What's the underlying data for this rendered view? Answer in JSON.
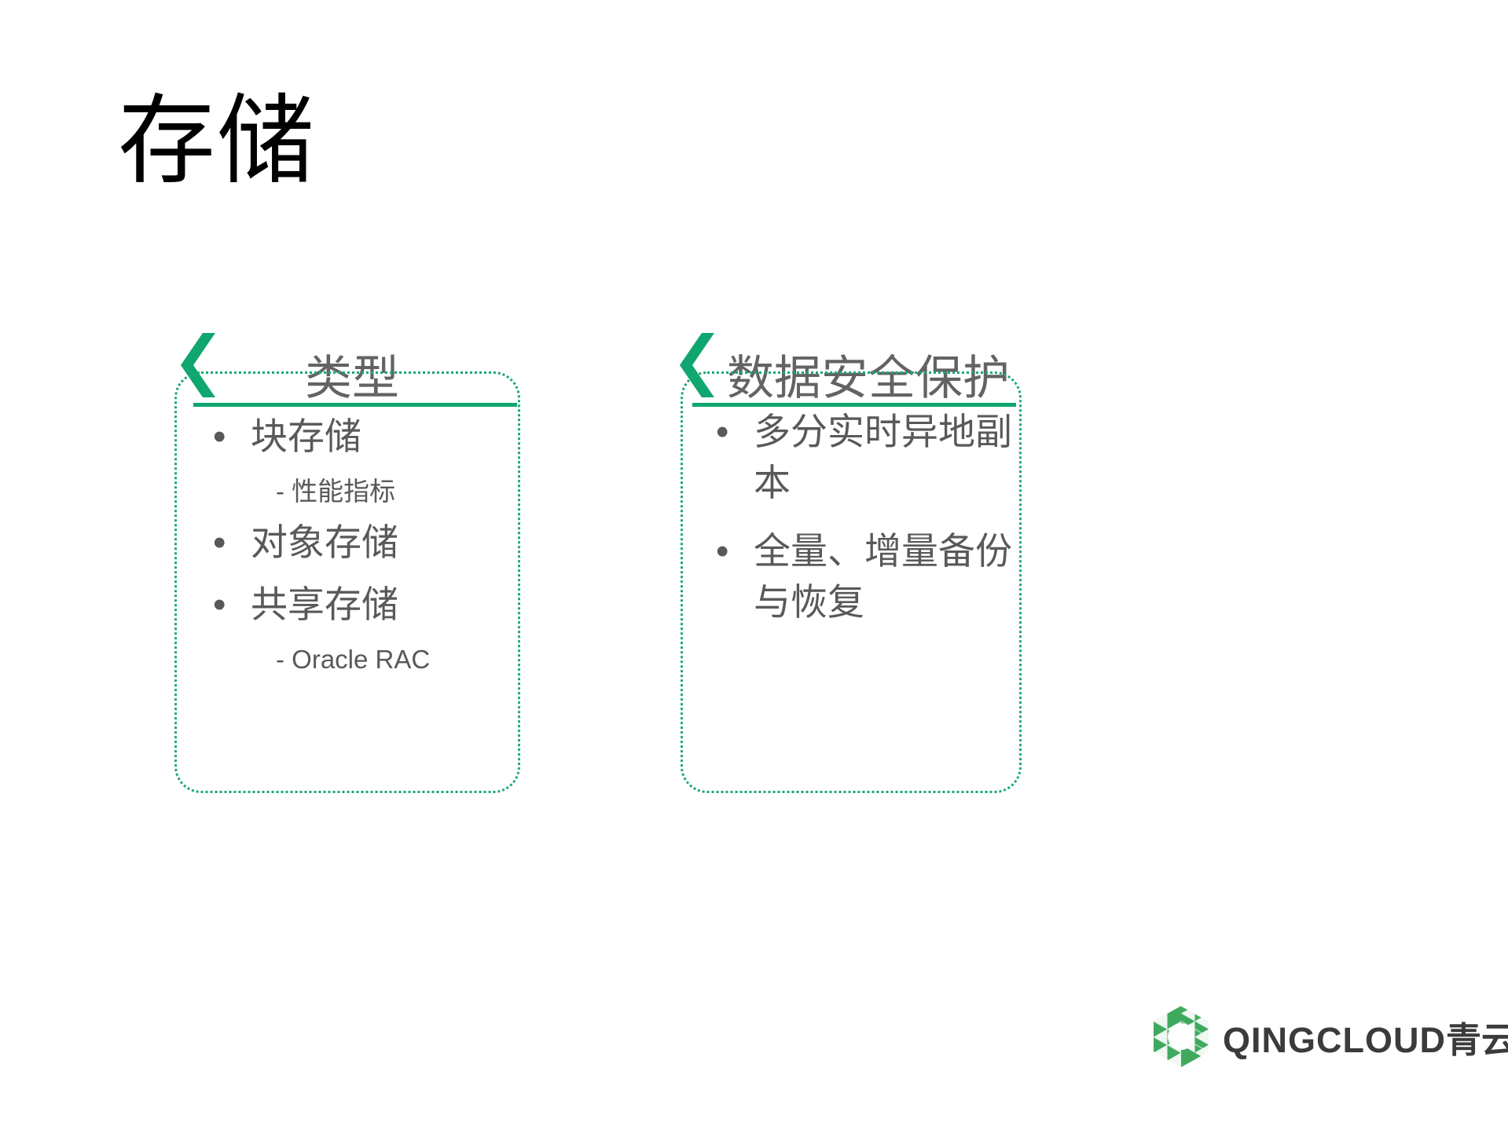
{
  "slide": {
    "title": "存储",
    "accent_color": "#0fa66f",
    "box_border_color": "#19a974",
    "text_color": "#595959",
    "title_color": "#000000"
  },
  "sections": [
    {
      "id": "type",
      "header": "类型",
      "items": [
        {
          "text": "块存储",
          "sub": "- 性能指标"
        },
        {
          "text": "对象存储",
          "sub": null
        },
        {
          "text": "共享存储",
          "sub": "- Oracle RAC"
        }
      ]
    },
    {
      "id": "security",
      "header": "数据安全保护",
      "items": [
        {
          "text": "多分实时异地副本",
          "sub": null
        },
        {
          "text": "全量、增量备份与恢复",
          "sub": null
        }
      ]
    }
  ],
  "logo": {
    "name": "qingcloud-logo",
    "wordmark": "QINGCLOUD",
    "wordmark_cn": "青云",
    "mark_color": "#3faa5e"
  }
}
